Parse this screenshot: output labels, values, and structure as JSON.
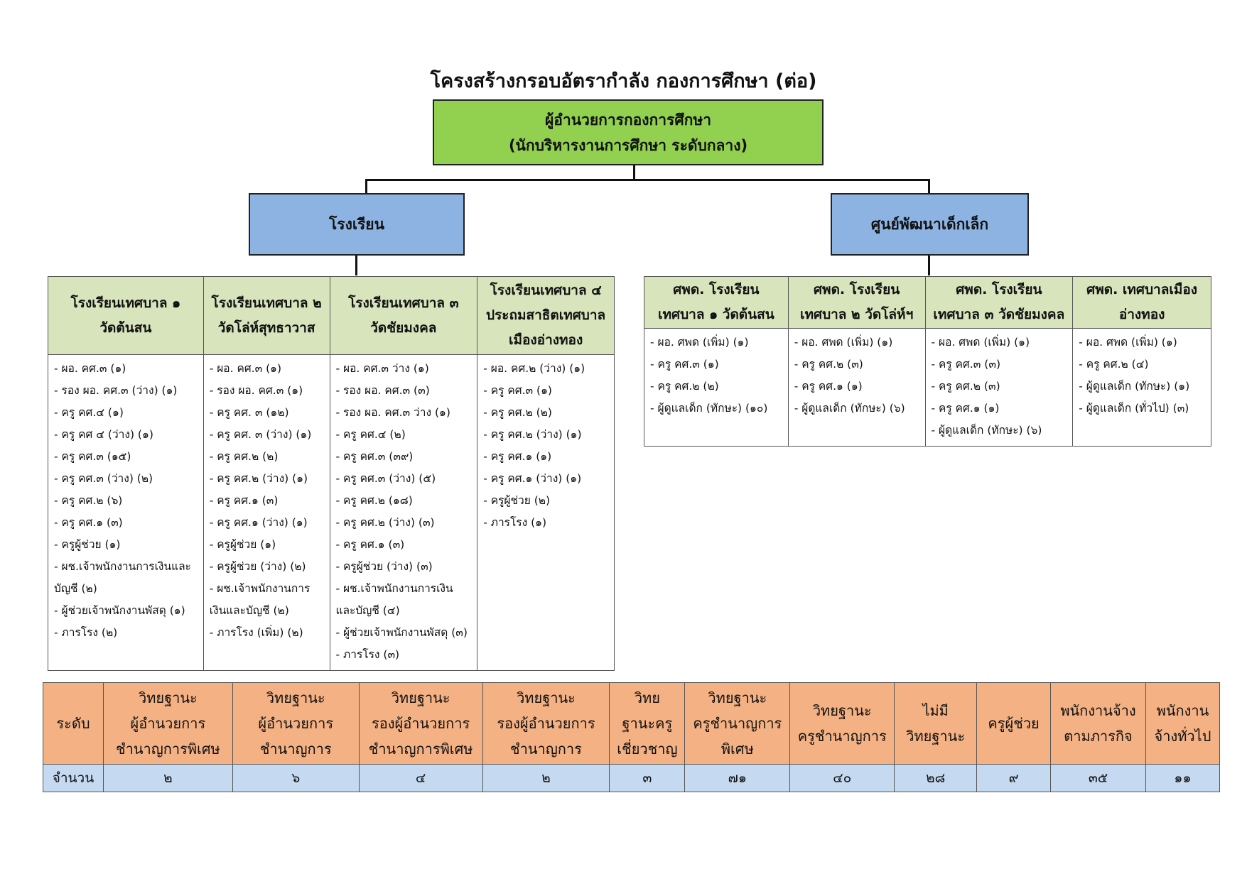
{
  "title": "โครงสร้างกรอบอัตรากำลัง กองการศึกษา (ต่อ)",
  "director": {
    "line1": "ผู้อำนวยการกองการศึกษา",
    "line2": "(นักบริหารงานการศึกษา ระดับกลาง)"
  },
  "school": {
    "label": "โรงเรียน"
  },
  "childcare": {
    "label": "ศูนย์พัฒนาเด็กเล็ก"
  },
  "schools": [
    {
      "header": [
        "โรงเรียนเทศบาล ๑",
        "วัดต้นสน"
      ],
      "items": [
        "- ผอ. คศ.๓ (๑)",
        "- รอง ผอ. คศ.๓ (ว่าง) (๑)",
        "- ครู คศ.๔ (๑)",
        "- ครู คศ ๔ (ว่าง) (๑)",
        "- ครู คศ.๓ (๑๕)",
        "- ครู คศ.๓ (ว่าง) (๒)",
        "- ครู คศ.๒ (๖)",
        "- ครู คศ.๑ (๓)",
        "- ครูผู้ช่วย (๑)",
        "- ผช.เจ้าพนักงานการเงินและบัญชี (๒)",
        "- ผู้ช่วยเจ้าพนักงานพัสดุ (๑)",
        "- ภารโรง (๒)"
      ]
    },
    {
      "header": [
        "โรงเรียนเทศบาล ๒",
        "วัดโล่ห์สุทธาวาส"
      ],
      "items": [
        "- ผอ. คศ.๓ (๑)",
        "- รอง ผอ. คศ.๓ (๑)",
        "- ครู คศ. ๓ (๑๒)",
        "- ครู คศ. ๓ (ว่าง) (๑)",
        "- ครู คศ.๒ (๒)",
        "- ครู คศ.๒ (ว่าง) (๑)",
        "- ครู คศ.๑ (๓)",
        "- ครู คศ.๑ (ว่าง) (๑)",
        "- ครูผู้ช่วย (๑)",
        "- ครูผู้ช่วย (ว่าง) (๒)",
        "- ผช.เจ้าพนักงานการเงินและบัญชี (๒)",
        "- ภารโรง (เพิ่ม) (๒)"
      ]
    },
    {
      "header": [
        "โรงเรียนเทศบาล ๓",
        "วัดชัยมงคล"
      ],
      "items": [
        "- ผอ. คศ.๓ ว่าง (๑)",
        "- รอง ผอ. คศ.๓ (๓)",
        "- รอง ผอ. คศ.๓ ว่าง (๑)",
        "- ครู คศ.๔ (๒)",
        "- ครู คศ.๓ (๓๙)",
        "- ครู คศ.๓ (ว่าง) (๕)",
        "- ครู คศ.๒ (๑๘)",
        "- ครู คศ.๒ (ว่าง) (๓)",
        "- ครู คศ.๑ (๓)",
        "- ครูผู้ช่วย (ว่าง) (๓)",
        "- ผช.เจ้าพนักงานการเงินและบัญชี (๔)",
        "- ผู้ช่วยเจ้าพนักงานพัสดุ (๓)",
        "- ภารโรง (๓)"
      ]
    },
    {
      "header": [
        "โรงเรียนเทศบาล ๔",
        "ประถมสาธิตเทศบาล",
        "เมืองอ่างทอง"
      ],
      "items": [
        "- ผอ. คศ.๒ (ว่าง) (๑)",
        "- ครู คศ.๓ (๑)",
        "- ครู คศ.๒ (๒)",
        "- ครู คศ.๒ (ว่าง) (๑)",
        "- ครู คศ.๑ (๑)",
        "- ครู คศ.๑ (ว่าง) (๑)",
        "- ครูผู้ช่วย (๒)",
        "- ภารโรง (๑)"
      ]
    }
  ],
  "centers": [
    {
      "header": [
        "ศพด. โรงเรียน",
        "เทศบาล ๑ วัดต้นสน"
      ],
      "items": [
        "- ผอ. ศพด (เพิ่ม) (๑)",
        "- ครู คศ.๓ (๑)",
        "- ครู คศ.๒ (๒)",
        "- ผู้ดูแลเด็ก (ทักษะ) (๑๐)"
      ]
    },
    {
      "header": [
        "ศพด. โรงเรียน",
        "เทศบาล ๒ วัดโล่ห์ฯ"
      ],
      "items": [
        "- ผอ. ศพด (เพิ่ม) (๑)",
        "- ครู คศ.๒ (๓)",
        "- ครู คศ.๑ (๑)",
        "- ผู้ดูแลเด็ก (ทักษะ) (๖)"
      ]
    },
    {
      "header": [
        "ศพด. โรงเรียน",
        "เทศบาล ๓ วัดชัยมงคล"
      ],
      "items": [
        "- ผอ. ศพด (เพิ่ม) (๑)",
        "- ครู คศ.๓ (๓)",
        "- ครู คศ.๒ (๓)",
        "- ครู คศ.๑ (๑)",
        "- ผู้ดูแลเด็ก (ทักษะ) (๖)"
      ]
    },
    {
      "header": [
        "ศพด. เทศบาลเมือง",
        "อ่างทอง"
      ],
      "items": [
        "- ผอ. ศพด (เพิ่ม) (๑)",
        "- ครู คศ.๒ (๔)",
        "- ผู้ดูแลเด็ก (ทักษะ) (๑)",
        "- ผู้ดูแลเด็ก (ทั่วไป) (๓)"
      ]
    }
  ],
  "summary": {
    "row_label": "ระดับ",
    "count_label": "จำนวน",
    "columns": [
      {
        "label": [
          "วิทยฐานะ",
          "ผู้อำนวยการ",
          "ชำนาญการพิเศษ"
        ],
        "value": "๒"
      },
      {
        "label": [
          "วิทยฐานะ",
          "ผู้อำนวยการ",
          "ชำนาญการ"
        ],
        "value": "๖"
      },
      {
        "label": [
          "วิทยฐานะ",
          "รองผู้อำนวยการ",
          "ชำนาญการพิเศษ"
        ],
        "value": "๔"
      },
      {
        "label": [
          "วิทยฐานะ",
          "รองผู้อำนวยการ",
          "ชำนาญการ"
        ],
        "value": "๒"
      },
      {
        "label": [
          "วิทย",
          "ฐานะครู",
          "เชี่ยวชาญ"
        ],
        "value": "๓"
      },
      {
        "label": [
          "วิทยฐานะ",
          "ครูชำนาญการ",
          "พิเศษ"
        ],
        "value": "๗๑"
      },
      {
        "label": [
          "วิทยฐานะ",
          "ครูชำนาญการ"
        ],
        "value": "๔๐"
      },
      {
        "label": [
          "ไม่มี",
          "วิทยฐานะ"
        ],
        "value": "๒๘"
      },
      {
        "label": [
          "ครูผู้ช่วย"
        ],
        "value": "๙"
      },
      {
        "label": [
          "พนักงานจ้าง",
          "ตามภารกิจ"
        ],
        "value": "๓๕"
      },
      {
        "label": [
          "พนักงาน",
          "จ้างทั่วไป"
        ],
        "value": "๑๑"
      }
    ]
  }
}
